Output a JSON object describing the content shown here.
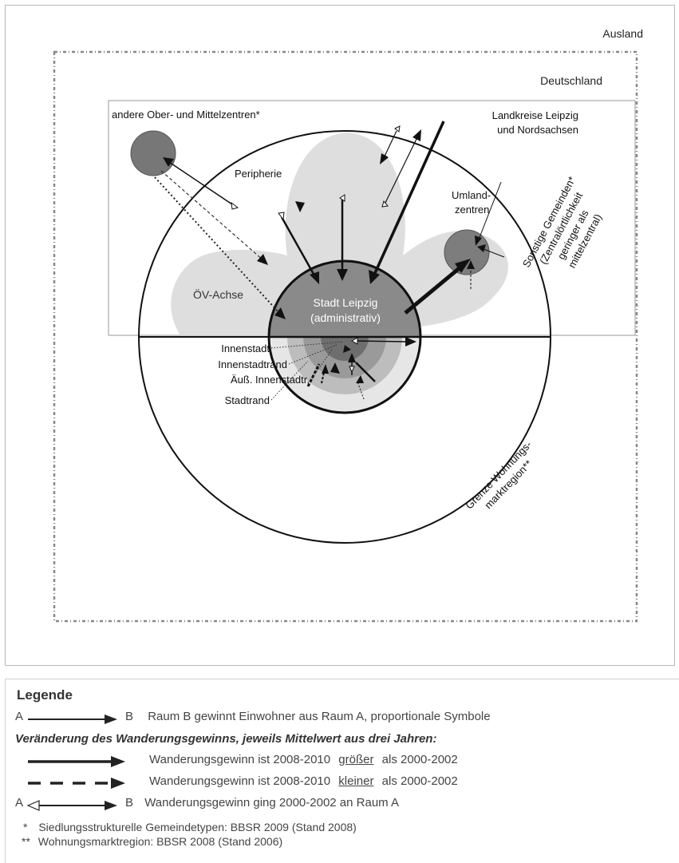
{
  "diagram": {
    "ausland": "Ausland",
    "deutschland": "Deutschland",
    "andere_zentren": "andere Ober- und Mittelzentren*",
    "landkreise_line1": "Landkreise Leipzig",
    "landkreise_line2": "und Nordsachsen",
    "peripherie": "Peripherie",
    "umland_line1": "Umland-",
    "umland_line2": "zentren",
    "oev_achse": "ÖV-Achse",
    "stadt_line1": "Stadt Leipzig",
    "stadt_line2": "(administrativ)",
    "innenstadt": "Innenstadt",
    "innenstadtrand": "Innenstadtrand",
    "aeuss_innenstadtrand": "Äuß. Innenstadtr.",
    "stadtrand": "Stadtrand",
    "sonstige_line1": "Sonstige Gemeinden*",
    "sonstige_line2": "(Zentralörtlichkeit",
    "sonstige_line3": "geringer als",
    "sonstige_line4": "mittelzentral)",
    "grenze_line1": "Grenze Wohnungs-",
    "grenze_line2": "marktregion**"
  },
  "legend": {
    "title": "Legende",
    "a_label": "A",
    "b_label": "B",
    "row1_text": "Raum B gewinnt Einwohner aus Raum A, proportionale Symbole",
    "subheading": "Veränderung des Wanderungsgewinns, jeweils Mittelwert aus drei Jahren:",
    "row_solid_prefix": "Wanderungsgewinn ist 2008-2010",
    "row_solid_emph": "größer",
    "row_solid_suffix": "als 2000-2002",
    "row_dashed_prefix": "Wanderungsgewinn ist 2008-2010",
    "row_dashed_emph": "kleiner",
    "row_dashed_suffix": "als 2000-2002",
    "row_open_text": "Wanderungsgewinn ging 2000-2002 an Raum A",
    "note1_mark": "*",
    "note1_text": "Siedlungsstrukturelle Gemeindetypen: BBSR 2009 (Stand 2008)",
    "note2_mark": "**",
    "note2_text": "Wohnungsmarktregion: BBSR 2008 (Stand 2006)"
  }
}
